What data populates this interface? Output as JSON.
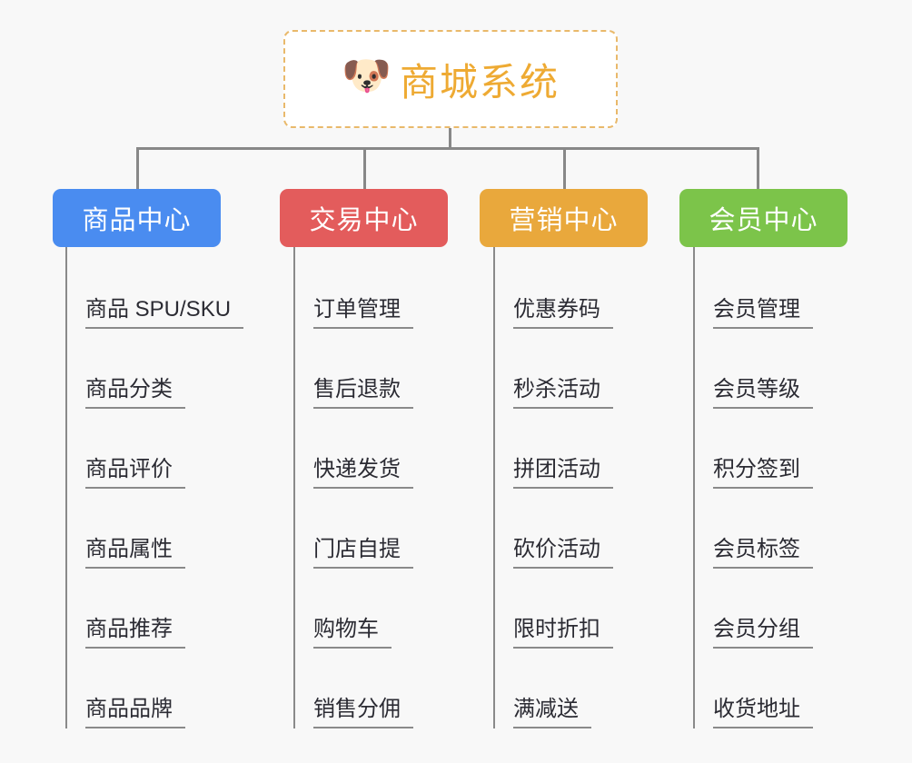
{
  "diagram": {
    "type": "mindmap",
    "background_color": "#f8f8f8",
    "connector_color": "#888888"
  },
  "root": {
    "title": "商城系统",
    "icon": "shiba-dog-face-emoji",
    "emoji": "🐶",
    "text_color": "#eeaa33",
    "border_color": "#e9b96b",
    "background_color": "#ffffff"
  },
  "categories": [
    {
      "label": "商品中心",
      "color": "#4a8cf0",
      "items": [
        "商品 SPU/SKU",
        "商品分类",
        "商品评价",
        "商品属性",
        "商品推荐",
        "商品品牌"
      ]
    },
    {
      "label": "交易中心",
      "color": "#e35c5c",
      "items": [
        "订单管理",
        "售后退款",
        "快递发货",
        "门店自提",
        "购物车",
        "销售分佣"
      ]
    },
    {
      "label": "营销中心",
      "color": "#e9a83c",
      "items": [
        "优惠券码",
        "秒杀活动",
        "拼团活动",
        "砍价活动",
        "限时折扣",
        "满减送"
      ]
    },
    {
      "label": "会员中心",
      "color": "#7cc44a",
      "items": [
        "会员管理",
        "会员等级",
        "积分签到",
        "会员标签",
        "会员分组",
        "收货地址"
      ]
    }
  ]
}
